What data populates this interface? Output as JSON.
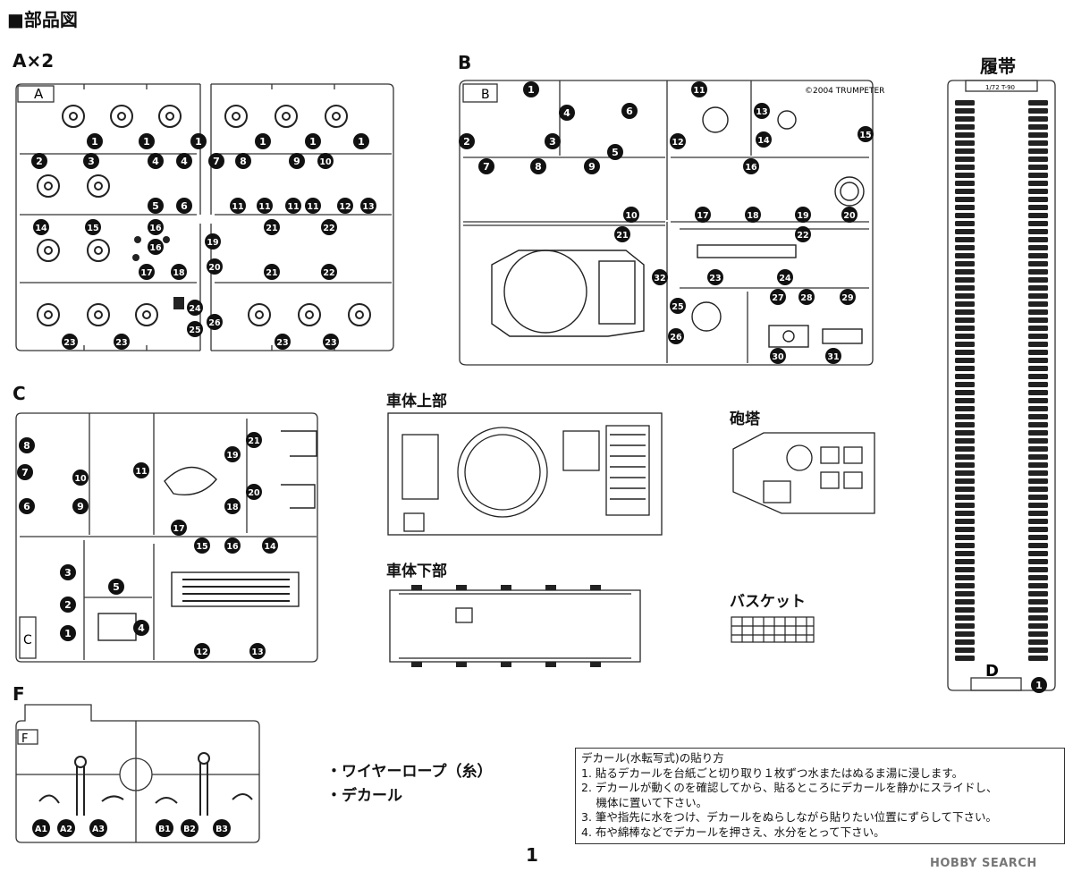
{
  "page_title": "■部品図",
  "page_number": "1",
  "watermark": "HOBBY SEARCH",
  "sprues": {
    "A": {
      "heading": "A×2",
      "tag": "A",
      "numbers": [
        "1",
        "1",
        "1",
        "1",
        "1",
        "1",
        "2",
        "3",
        "4",
        "4",
        "5",
        "6",
        "7",
        "8",
        "9",
        "10",
        "11",
        "11",
        "11",
        "11",
        "12",
        "13",
        "14",
        "15",
        "16",
        "16",
        "17",
        "18",
        "19",
        "20",
        "21",
        "21",
        "22",
        "22",
        "23",
        "23",
        "23",
        "23",
        "24",
        "25",
        "26"
      ]
    },
    "B": {
      "heading": "B",
      "tag": "B",
      "copyright": "©2004 TRUMPETER",
      "numbers": [
        "1",
        "2",
        "3",
        "4",
        "5",
        "6",
        "7",
        "8",
        "9",
        "10",
        "11",
        "12",
        "13",
        "14",
        "15",
        "16",
        "17",
        "18",
        "19",
        "20",
        "21",
        "22",
        "23",
        "24",
        "25",
        "26",
        "27",
        "28",
        "29",
        "30",
        "31",
        "32"
      ]
    },
    "C": {
      "heading": "C",
      "tag": "C",
      "numbers": [
        "1",
        "2",
        "3",
        "4",
        "5",
        "6",
        "7",
        "8",
        "9",
        "10",
        "11",
        "12",
        "13",
        "14",
        "15",
        "16",
        "17",
        "18",
        "19",
        "20",
        "21"
      ]
    },
    "D": {
      "heading": "履帯",
      "tag": "D",
      "number": "1",
      "code": "1/72 T-90"
    },
    "F": {
      "heading": "F",
      "tag": "F",
      "numbers": [
        "A1",
        "A2",
        "A3",
        "B1",
        "B2",
        "B3"
      ]
    }
  },
  "parts": {
    "upper_hull": "車体上部",
    "lower_hull": "車体下部",
    "turret": "砲塔",
    "basket": "バスケット"
  },
  "notes": [
    "・ワイヤーロープ（糸）",
    "・デカール"
  ],
  "decal_instructions": {
    "title": "デカール(水転写式)の貼り方",
    "steps": [
      "1. 貼るデカールを台紙ごと切り取り１枚ずつ水またはぬるま湯に浸します。",
      "2. デカールが動くのを確認してから、貼るところにデカールを静かにスライドし、",
      "　 機体に置いて下さい。",
      "3. 筆や指先に水をつけ、デカールをぬらしながら貼りたい位置にずらして下さい。",
      "4. 布や綿棒などでデカールを押さえ、水分をとって下さい。"
    ]
  }
}
